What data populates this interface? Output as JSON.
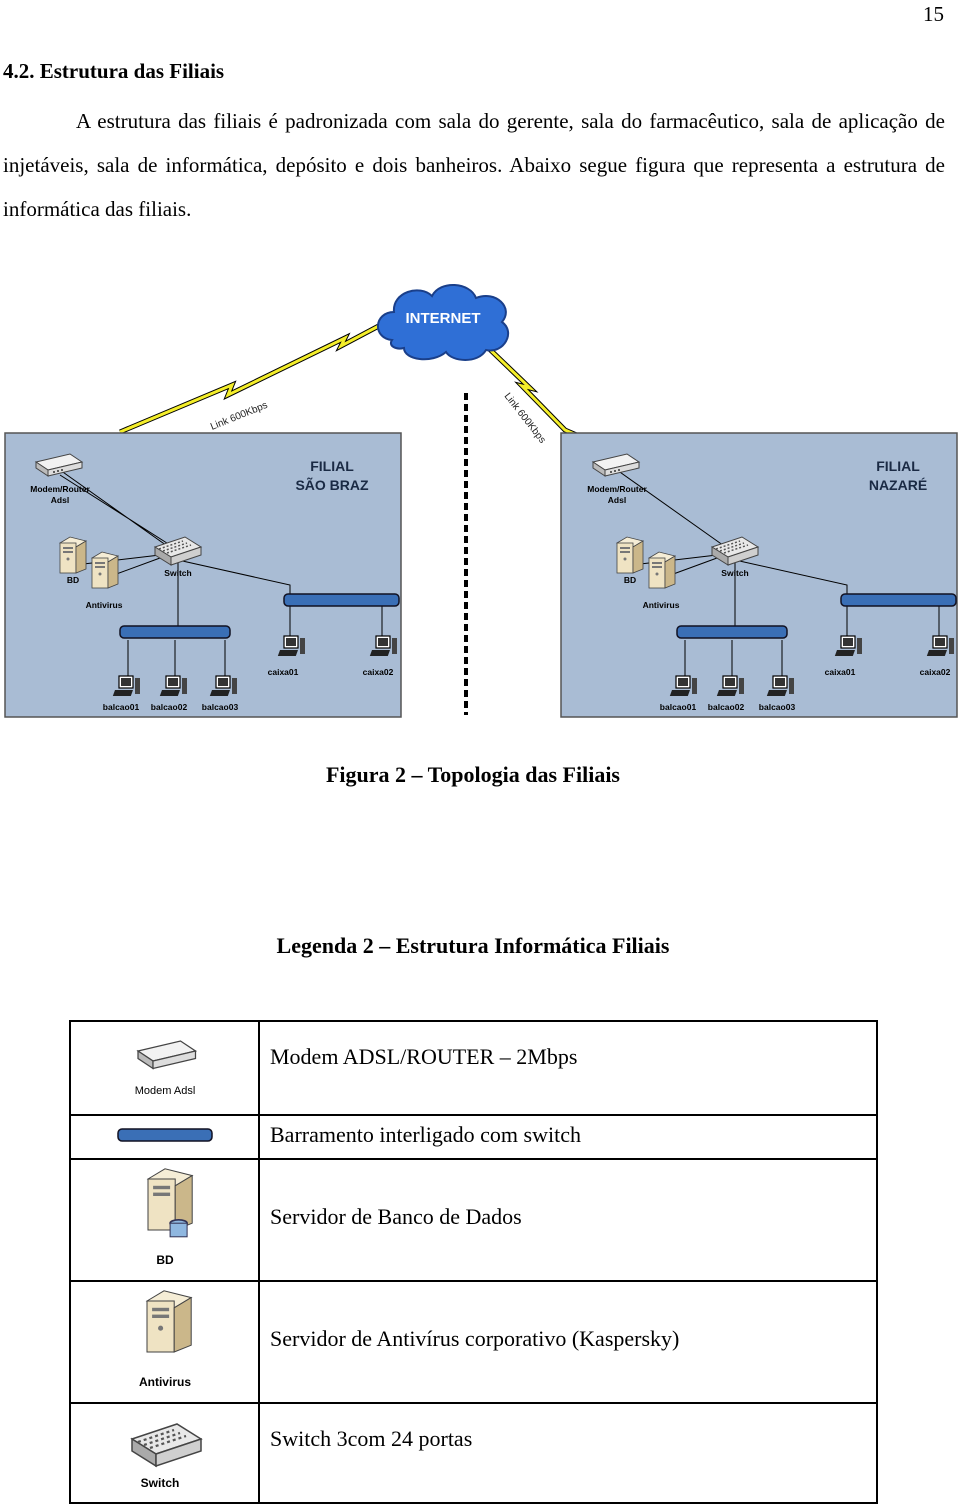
{
  "page": {
    "number": "15"
  },
  "section": {
    "heading": "4.2. Estrutura das Filiais",
    "paragraph": "A estrutura das filiais é padronizada com sala do gerente, sala do farmacêutico, sala de aplicação de injetáveis, sala de informática, depósito e dois banheiros. Abaixo segue figura que representa a estrutura de informática das filiais."
  },
  "figure": {
    "internet_label": "INTERNET",
    "link_left": "Link 600Kbps",
    "link_right": "Link 600Kbps",
    "branches": [
      {
        "title_line1": "FILIAL",
        "title_line2": "SÃO BRAZ",
        "modem_line1": "Modem/Router",
        "modem_line2": "Adsl",
        "bd": "BD",
        "antivirus": "Antivirus",
        "switch": "Switch",
        "caixa01": "caixa01",
        "caixa02": "caixa02",
        "balcao01": "balcao01",
        "balcao02": "balcao02",
        "balcao03": "balcao03"
      },
      {
        "title_line1": "FILIAL",
        "title_line2": "NAZARÉ",
        "modem_line1": "Modem/Router",
        "modem_line2": "Adsl",
        "bd": "BD",
        "antivirus": "Antivirus",
        "switch": "Switch",
        "caixa01": "caixa01",
        "caixa02": "caixa02",
        "balcao01": "balcao01",
        "balcao02": "balcao02",
        "balcao03": "balcao03"
      }
    ],
    "caption": "Figura 2 – Topologia das Filiais"
  },
  "legend": {
    "title": "Legenda 2 – Estrutura Informática Filiais",
    "rows": [
      {
        "icon": "modem-icon",
        "icon_label": "Modem Adsl",
        "description": "Modem ADSL/ROUTER – 2Mbps"
      },
      {
        "icon": "bus-icon",
        "icon_label": "",
        "description": "Barramento interligado com switch"
      },
      {
        "icon": "database-server-icon",
        "icon_label": "BD",
        "description": "Servidor de Banco de Dados"
      },
      {
        "icon": "server-icon",
        "icon_label": "Antivirus",
        "description": "Servidor de Antivírus corporativo (Kaspersky)"
      },
      {
        "icon": "switch-icon",
        "icon_label": "Switch",
        "description": "Switch 3com 24 portas"
      }
    ]
  },
  "colors": {
    "branch_panel": "#a9bcd4",
    "internet_cloud": "#2f6fd6",
    "lightning": "#f4ee2a",
    "bus": "#3a6fb6"
  }
}
